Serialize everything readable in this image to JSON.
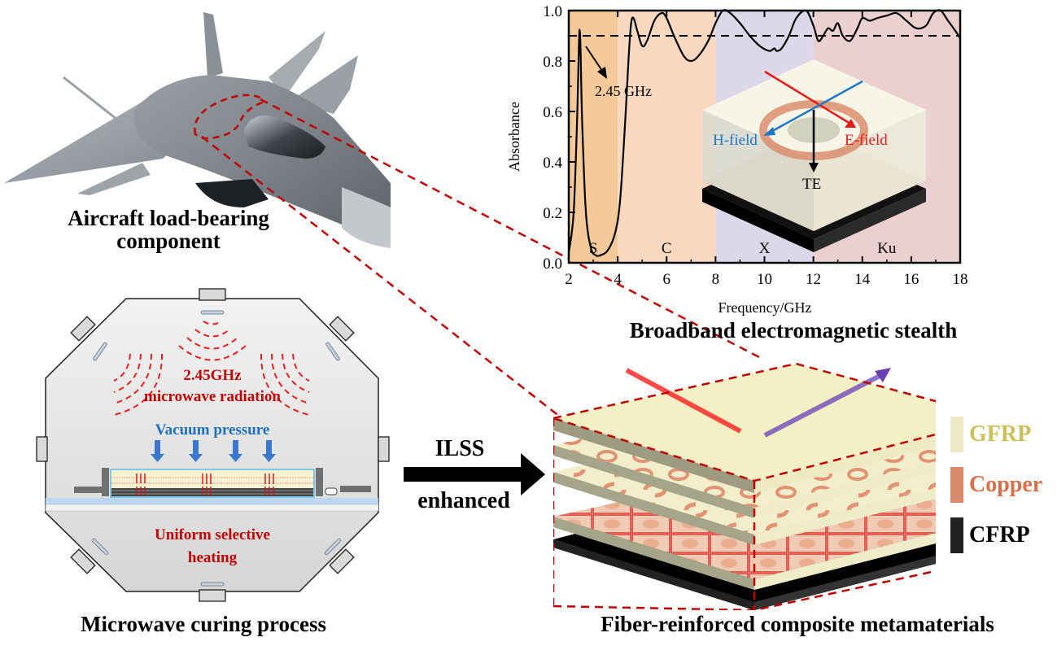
{
  "panels": {
    "aircraft": {
      "caption_line1": "Aircraft load-bearing",
      "caption_line2": "component"
    },
    "microwave": {
      "frequency_label": "2.45GHz",
      "radiation_label": "microwave radiation",
      "vacuum_label": "Vacuum pressure",
      "heating_line1": "Uniform selective",
      "heating_line2": "heating",
      "caption": "Microwave curing process"
    },
    "arrow": {
      "top_label": "ILSS",
      "bottom_label": "enhanced"
    },
    "metamaterial": {
      "caption": "Fiber-reinforced composite metamaterials",
      "legend": [
        {
          "label": "GFRP",
          "swatch_color": "#ece9c6",
          "text_color": "#c9c05a"
        },
        {
          "label": "Copper",
          "swatch_color": "#d98a6b",
          "text_color": "#d9704a"
        },
        {
          "label": "CFRP",
          "swatch_color": "#222222",
          "text_color": "#000000"
        }
      ]
    },
    "stealth": {
      "caption": "Broadband electromagnetic stealth",
      "inset": {
        "h_field": "H-field",
        "e_field": "E-field",
        "te": "TE"
      }
    }
  },
  "chart_data": {
    "type": "line",
    "title": "",
    "xlabel": "Frequency/GHz",
    "ylabel": "Absorbance",
    "xlim": [
      2,
      18
    ],
    "ylim": [
      0.0,
      1.0
    ],
    "xticks": [
      2,
      4,
      6,
      8,
      10,
      12,
      14,
      16,
      18
    ],
    "yticks": [
      0.0,
      0.2,
      0.4,
      0.6,
      0.8,
      1.0
    ],
    "xtick_labels": [
      "2",
      "4",
      "6",
      "8",
      "10",
      "12",
      "14",
      "16",
      "18"
    ],
    "ytick_labels": [
      "0.0",
      "0.2",
      "0.4",
      "0.6",
      "0.8",
      "1.0"
    ],
    "grid": false,
    "reference_line": {
      "y": 0.9,
      "style": "dashed"
    },
    "bands": [
      {
        "label": "S",
        "from": 2,
        "to": 4,
        "color": "#f6c99a"
      },
      {
        "label": "C",
        "from": 4,
        "to": 8,
        "color": "#fad8bf"
      },
      {
        "label": "X",
        "from": 8,
        "to": 12,
        "color": "#dcd8ea"
      },
      {
        "label": "Ku",
        "from": 12,
        "to": 18,
        "color": "#ecd0cf"
      }
    ],
    "annotation": {
      "text": "2.45 GHz",
      "x": 2.45,
      "y": 0.92
    },
    "series": [
      {
        "name": "Absorbance",
        "x": [
          2.0,
          2.2,
          2.35,
          2.42,
          2.45,
          2.48,
          2.55,
          2.7,
          2.9,
          3.1,
          3.3,
          3.6,
          3.9,
          4.1,
          4.3,
          4.45,
          4.55,
          4.65,
          4.8,
          5.0,
          5.2,
          5.5,
          5.8,
          6.0,
          6.3,
          6.7,
          7.0,
          7.3,
          7.7,
          8.0,
          8.3,
          8.6,
          9.0,
          9.4,
          9.8,
          10.2,
          10.4,
          10.5,
          10.7,
          11.0,
          11.3,
          11.7,
          12.0,
          12.2,
          12.4,
          12.6,
          12.8,
          13.0,
          13.2,
          13.5,
          13.8,
          14.0,
          14.3,
          14.6,
          15.0,
          15.4,
          15.8,
          16.2,
          16.6,
          16.9,
          17.2,
          17.5,
          17.8,
          18.0
        ],
        "y": [
          0.04,
          0.2,
          0.6,
          0.88,
          0.92,
          0.85,
          0.55,
          0.2,
          0.06,
          0.03,
          0.03,
          0.05,
          0.12,
          0.25,
          0.55,
          0.82,
          0.95,
          0.97,
          0.92,
          0.86,
          0.88,
          0.96,
          0.99,
          0.97,
          0.9,
          0.82,
          0.8,
          0.82,
          0.88,
          0.95,
          1.0,
          0.99,
          0.95,
          0.9,
          0.86,
          0.84,
          0.85,
          0.84,
          0.85,
          0.9,
          0.97,
          1.0,
          0.94,
          0.88,
          0.9,
          0.93,
          0.92,
          0.95,
          0.9,
          0.88,
          0.93,
          0.97,
          0.96,
          0.97,
          0.98,
          0.99,
          0.96,
          0.93,
          0.94,
          0.99,
          1.0,
          0.96,
          0.92,
          0.89
        ]
      }
    ]
  }
}
